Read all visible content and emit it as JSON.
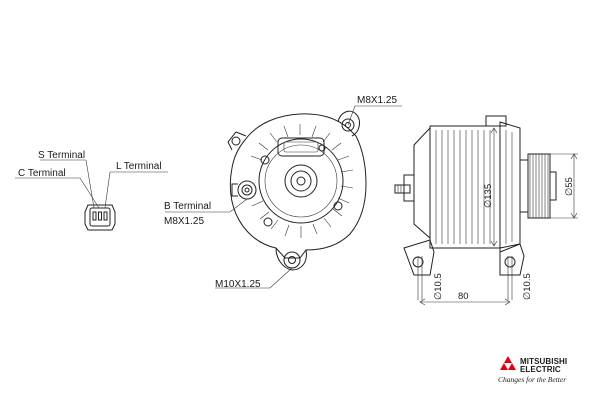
{
  "labels": {
    "s_terminal": "S Terminal",
    "c_terminal": "C Terminal",
    "l_terminal": "L Terminal",
    "b_terminal": "B Terminal",
    "b_thread": "M8X1.25",
    "top_thread": "M8X1.25",
    "bottom_thread": "M10X1.25"
  },
  "dimensions": {
    "body_diameter": "∅135",
    "pulley_diameter": "∅55",
    "mount_height_left": "∅10.5",
    "mount_height_right": "∅10.5",
    "mount_spacing": "80"
  },
  "brand": {
    "name_line1": "MITSUBISHI",
    "name_line2": "ELECTRIC",
    "tagline": "Changes for the Better",
    "logo_color": "#e60012"
  }
}
